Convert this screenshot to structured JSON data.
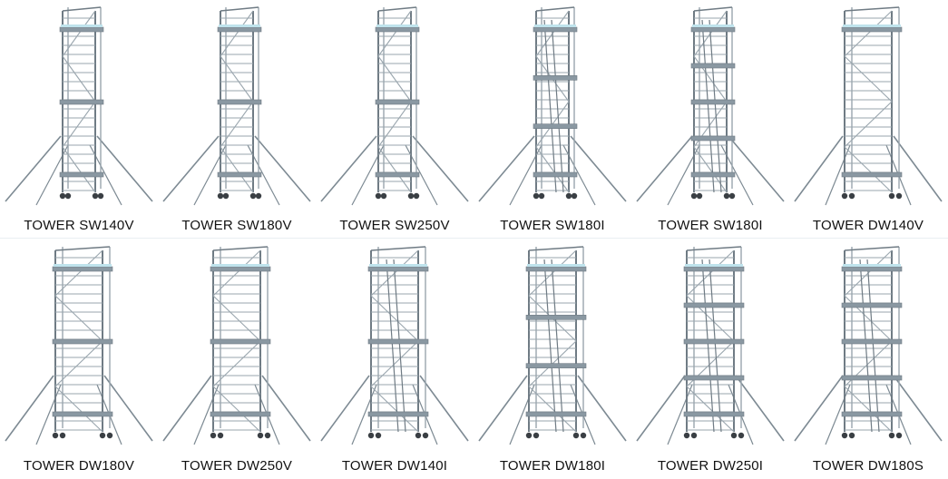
{
  "towers": [
    {
      "label": "TOWER SW140V",
      "levels": 3,
      "width": "single",
      "frame": "v"
    },
    {
      "label": "TOWER SW180V",
      "levels": 3,
      "width": "single",
      "frame": "v"
    },
    {
      "label": "TOWER SW250V",
      "levels": 3,
      "width": "single",
      "frame": "v"
    },
    {
      "label": "TOWER SW180I",
      "levels": 4,
      "width": "single",
      "frame": "i"
    },
    {
      "label": "TOWER SW180I",
      "levels": 5,
      "width": "single",
      "frame": "i"
    },
    {
      "label": "TOWER DW140V",
      "levels": 2,
      "width": "double",
      "frame": "v"
    },
    {
      "label": "TOWER DW180V",
      "levels": 3,
      "width": "double",
      "frame": "v"
    },
    {
      "label": "TOWER DW250V",
      "levels": 3,
      "width": "double",
      "frame": "v"
    },
    {
      "label": "TOWER DW140I",
      "levels": 3,
      "width": "double",
      "frame": "i"
    },
    {
      "label": "TOWER DW180I",
      "levels": 4,
      "width": "double",
      "frame": "i"
    },
    {
      "label": "TOWER DW250I",
      "levels": 5,
      "width": "double",
      "frame": "i"
    },
    {
      "label": "TOWER DW180S",
      "levels": 5,
      "width": "double",
      "frame": "s"
    }
  ],
  "colors": {
    "frame": "#9aa6ae",
    "frame_dark": "#6f7b84",
    "platform": "#8a98a2",
    "platform_top": "#bfe3ec",
    "outrigger": "#7d8a93",
    "text": "#111111"
  }
}
